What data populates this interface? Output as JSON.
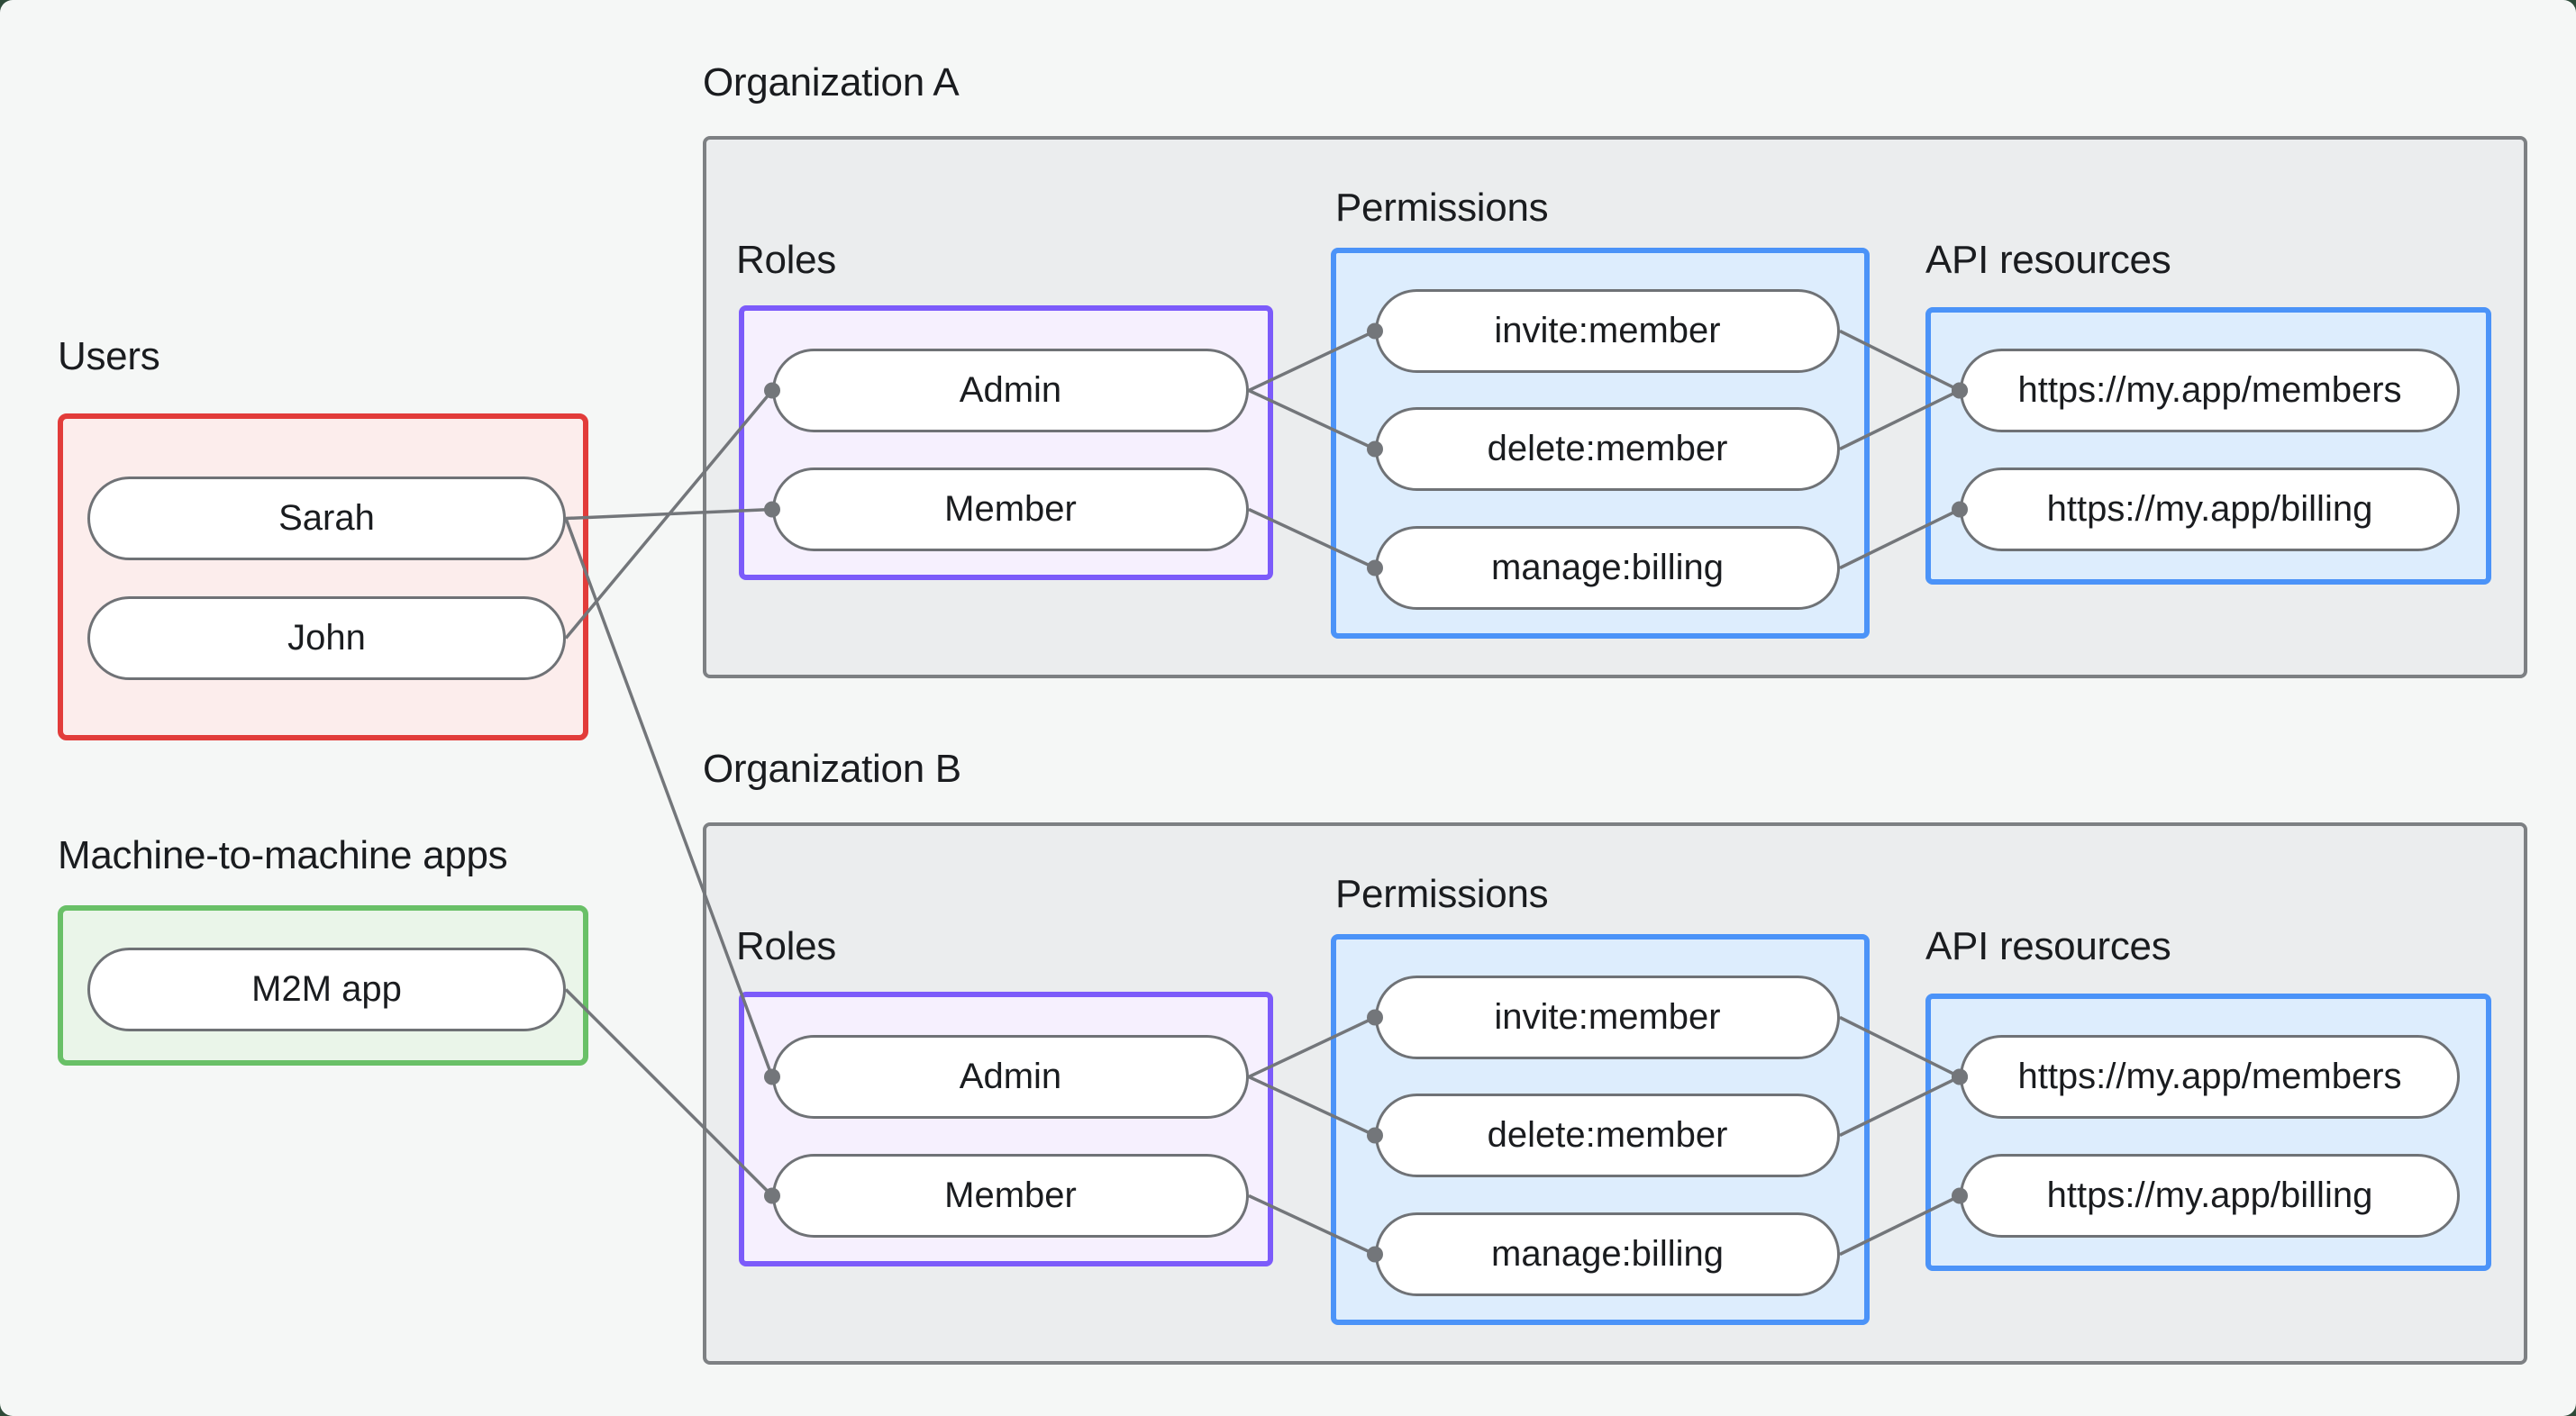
{
  "diagram": {
    "users": {
      "title": "Users",
      "items": [
        {
          "id": "sarah",
          "label": "Sarah"
        },
        {
          "id": "john",
          "label": "John"
        }
      ]
    },
    "m2m": {
      "title": "Machine-to-machine apps",
      "items": [
        {
          "id": "m2m-app",
          "label": "M2M app"
        }
      ]
    },
    "organizations": [
      {
        "title": "Organization A",
        "roles": {
          "label": "Roles",
          "items": [
            {
              "id": "org-a-admin",
              "label": "Admin"
            },
            {
              "id": "org-a-member",
              "label": "Member"
            }
          ]
        },
        "permissions": {
          "label": "Permissions",
          "items": [
            {
              "id": "org-a-invite",
              "label": "invite:member"
            },
            {
              "id": "org-a-delete",
              "label": "delete:member"
            },
            {
              "id": "org-a-manage",
              "label": "manage:billing"
            }
          ]
        },
        "api_resources": {
          "label": "API resources",
          "items": [
            {
              "id": "org-a-members",
              "label": "https://my.app/members"
            },
            {
              "id": "org-a-billing",
              "label": "https://my.app/billing"
            }
          ]
        }
      },
      {
        "title": "Organization B",
        "roles": {
          "label": "Roles",
          "items": [
            {
              "id": "org-b-admin",
              "label": "Admin"
            },
            {
              "id": "org-b-member",
              "label": "Member"
            }
          ]
        },
        "permissions": {
          "label": "Permissions",
          "items": [
            {
              "id": "org-b-invite",
              "label": "invite:member"
            },
            {
              "id": "org-b-delete",
              "label": "delete:member"
            },
            {
              "id": "org-b-manage",
              "label": "manage:billing"
            }
          ]
        },
        "api_resources": {
          "label": "API resources",
          "items": [
            {
              "id": "org-b-members",
              "label": "https://my.app/members"
            },
            {
              "id": "org-b-billing",
              "label": "https://my.app/billing"
            }
          ]
        }
      }
    ],
    "connections": [
      {
        "from": "sarah",
        "to": "org-a-member"
      },
      {
        "from": "john",
        "to": "org-a-admin"
      },
      {
        "from": "sarah",
        "to": "org-b-admin"
      },
      {
        "from": "m2m-app",
        "to": "org-b-member"
      },
      {
        "from": "org-a-admin",
        "to": "org-a-invite"
      },
      {
        "from": "org-a-admin",
        "to": "org-a-delete"
      },
      {
        "from": "org-a-member",
        "to": "org-a-manage"
      },
      {
        "from": "org-a-invite",
        "to": "org-a-members"
      },
      {
        "from": "org-a-delete",
        "to": "org-a-members"
      },
      {
        "from": "org-a-manage",
        "to": "org-a-billing"
      },
      {
        "from": "org-b-admin",
        "to": "org-b-invite"
      },
      {
        "from": "org-b-admin",
        "to": "org-b-delete"
      },
      {
        "from": "org-b-member",
        "to": "org-b-manage"
      },
      {
        "from": "org-b-invite",
        "to": "org-b-members"
      },
      {
        "from": "org-b-delete",
        "to": "org-b-members"
      },
      {
        "from": "org-b-manage",
        "to": "org-b-billing"
      }
    ],
    "colors": {
      "page_bg": "#f5f7f6",
      "frame_bg": "#2e4b39",
      "users_border": "#e23c3a",
      "users_bg": "#fcedec",
      "m2m_border": "#69c067",
      "m2m_bg": "#eaf5e9",
      "org_border": "#7d8083",
      "org_bg": "#ebedee",
      "roles_border": "#7c5bfa",
      "roles_bg": "#f6f0fe",
      "permissions_border": "#4b93f8",
      "permissions_bg": "#ddedfd",
      "node_border": "#6f7276",
      "node_bg": "#ffffff",
      "connector": "#73767a",
      "text": "#1a1c1f"
    }
  }
}
